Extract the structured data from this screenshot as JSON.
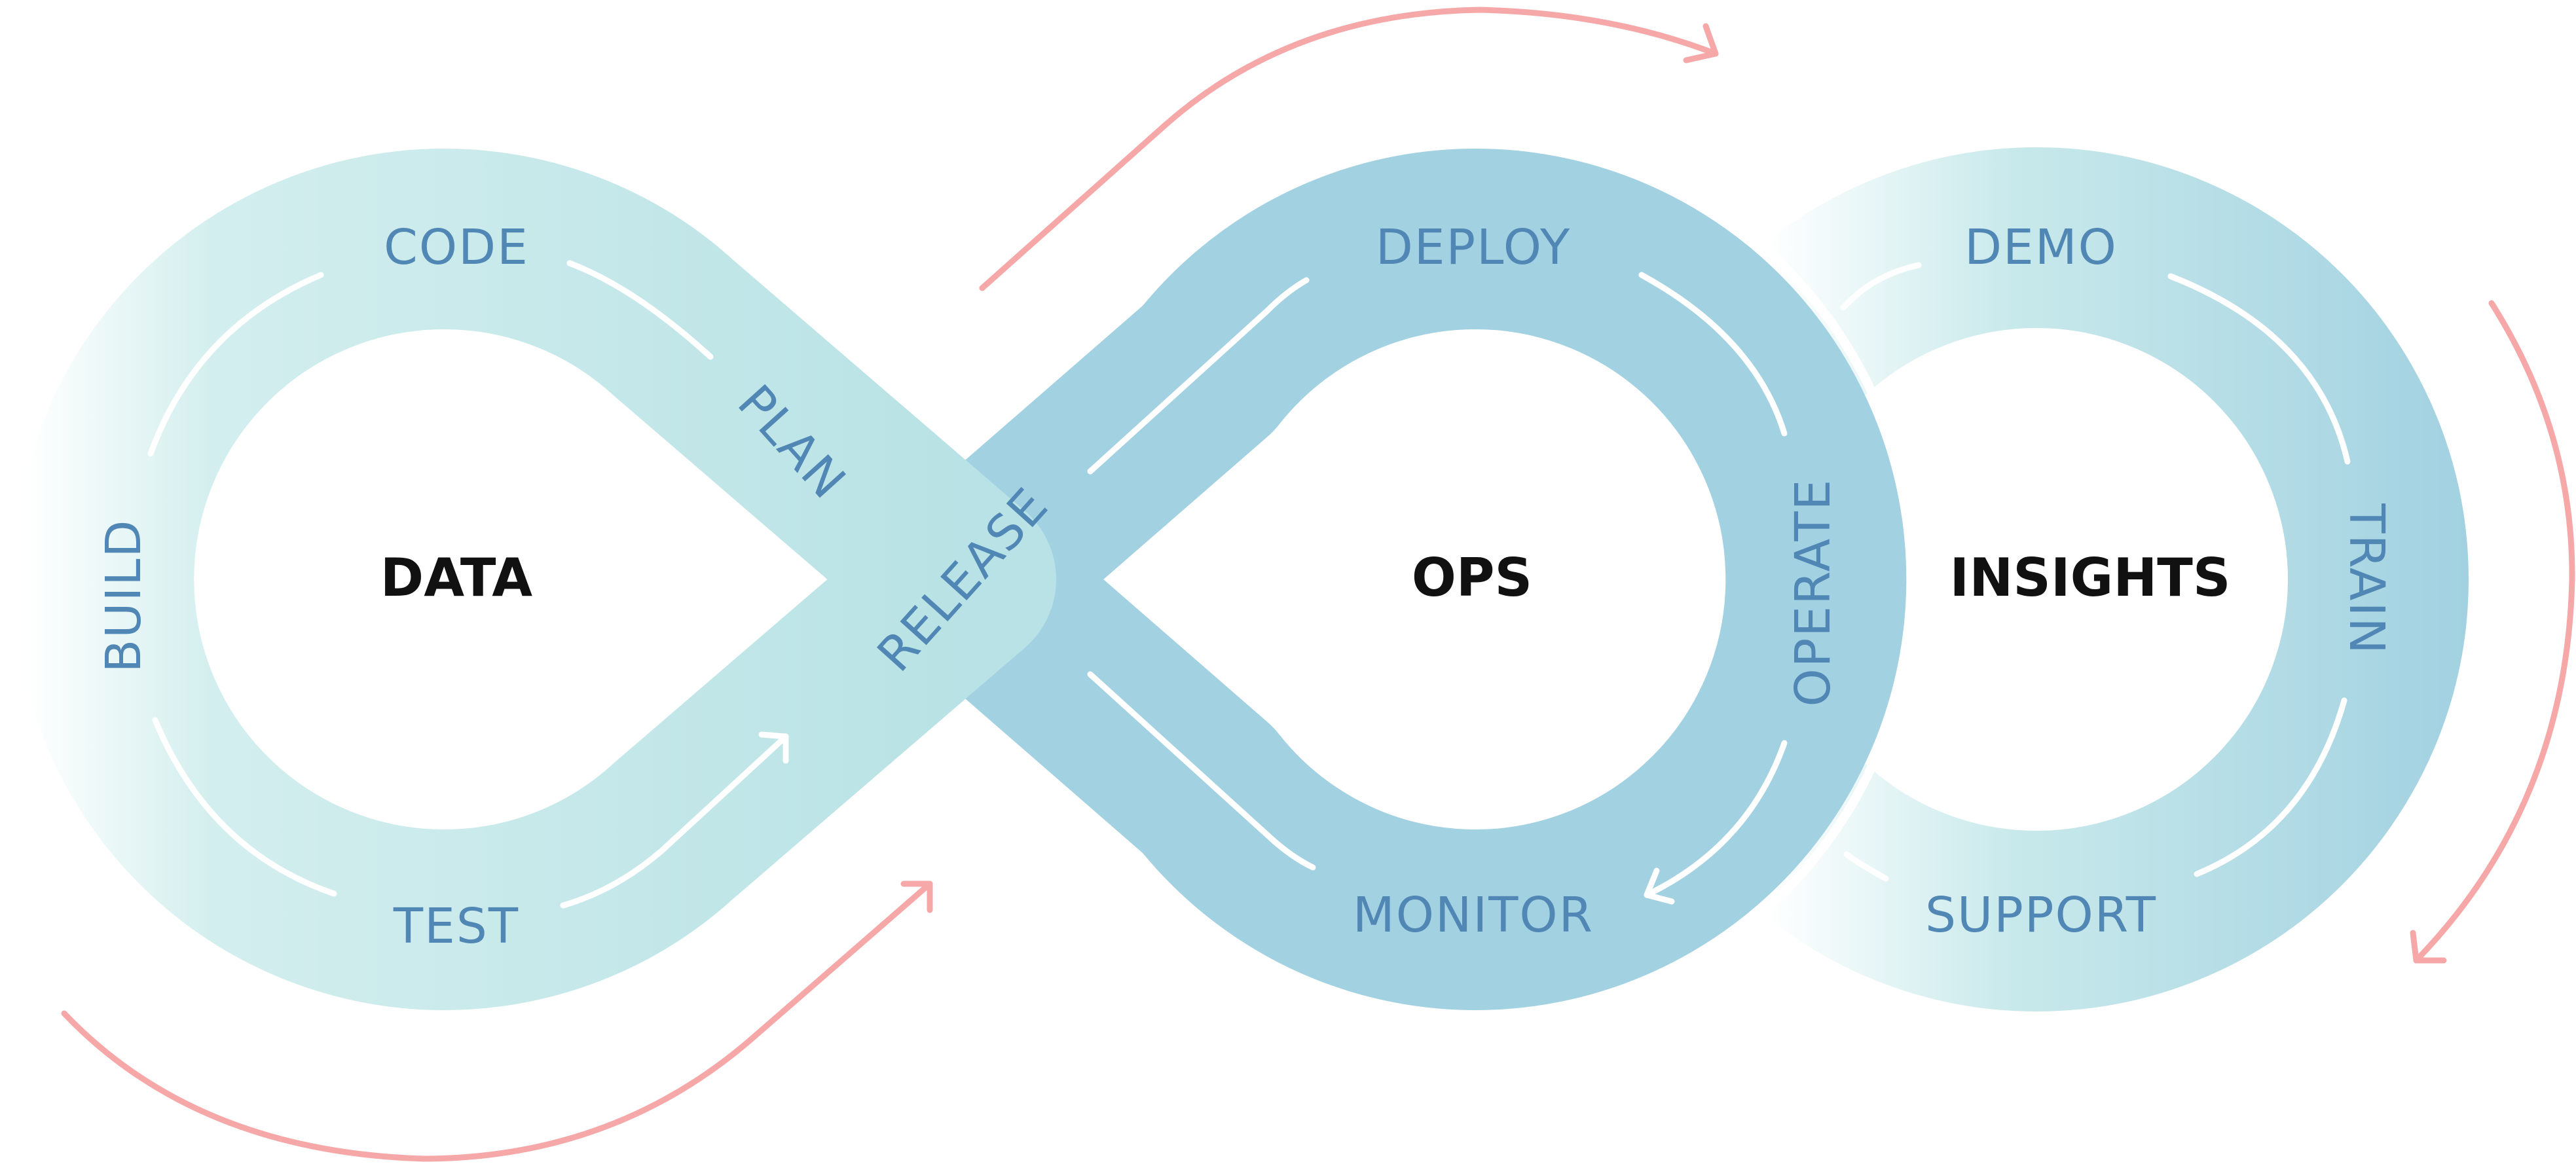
{
  "colors": {
    "band_light": "#d3eeee",
    "band_mid": "#b8e2e5",
    "band_dark": "#a2d1e1",
    "label_text": "#5187b5",
    "center_text": "#111111",
    "inner_arrow": "#ffffff",
    "outer_arrow": "#f6a8a8"
  },
  "loops": [
    {
      "id": "data",
      "center_label": "DATA"
    },
    {
      "id": "ops",
      "center_label": "OPS"
    },
    {
      "id": "insights",
      "center_label": "INSIGHTS"
    }
  ],
  "stages": {
    "code": "CODE",
    "plan": "PLAN",
    "build": "BUILD",
    "test": "TEST",
    "release": "RELEASE",
    "deploy": "DEPLOY",
    "operate": "OPERATE",
    "monitor": "MONITOR",
    "demo": "DEMO",
    "train": "TRAIN",
    "support": "SUPPORT"
  }
}
